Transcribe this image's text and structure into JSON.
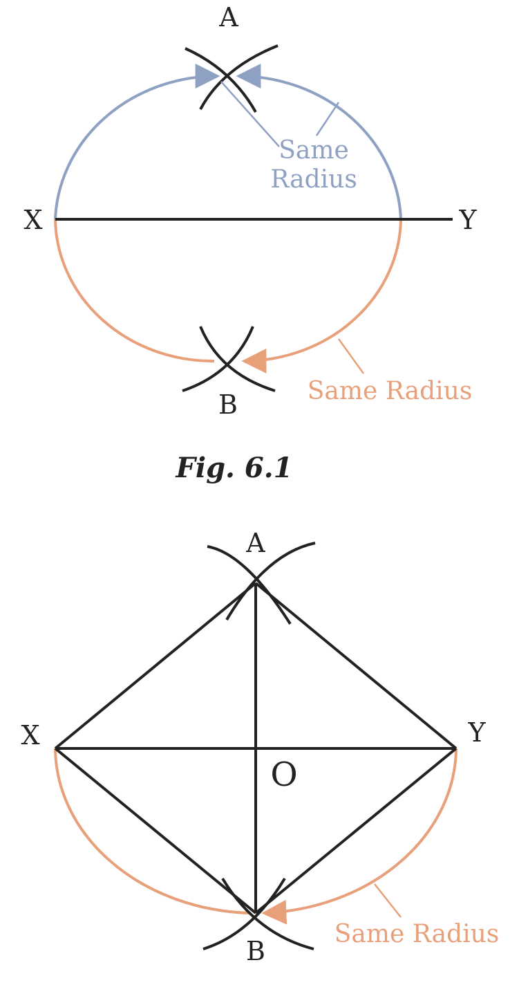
{
  "colors": {
    "line": "#222222",
    "upper_arc": "#8fa1c3",
    "lower_arc": "#e8a07b"
  },
  "fig1": {
    "label_a": "A",
    "label_b": "B",
    "label_x": "X",
    "label_y": "Y",
    "note_upper_line1": "Same",
    "note_upper_line2": "Radius",
    "note_lower": "Same Radius",
    "caption": "Fig. 6.1"
  },
  "fig2": {
    "label_a": "A",
    "label_b": "B",
    "label_x": "X",
    "label_y": "Y",
    "label_o": "O",
    "note_lower": "Same Radius"
  }
}
